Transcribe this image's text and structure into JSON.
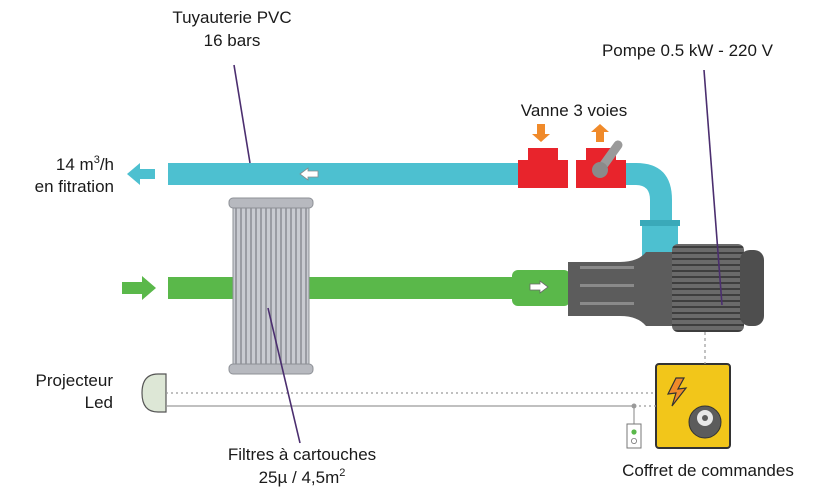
{
  "labels": {
    "pipe_title_line1": "Tuyauterie PVC",
    "pipe_title_line2": "16 bars",
    "pump": "Pompe 0.5 kW - 220 V",
    "valve": "Vanne 3 voies",
    "flow_line1": "14 m",
    "flow_sup": "3",
    "flow_line1_tail": "/h",
    "flow_line2": "en fitration",
    "projector_line1": "Projecteur",
    "projector_line2": "Led",
    "filter_line1": "Filtres à cartouches",
    "filter_line2_a": "25µ / 4,5m",
    "filter_sup": "2",
    "control_box": "Coffret de commandes"
  },
  "colors": {
    "return_pipe": "#4dc0d0",
    "supply_pipe": "#5ab84a",
    "valve": "#e8242c",
    "valve_arrow": "#f08a2a",
    "pump": "#5c5c5c",
    "control_box": "#f2c61a",
    "leader_line": "#4b2e6f"
  },
  "icons": [
    "arrow-left-icon",
    "arrow-right-icon",
    "lightning-icon",
    "pump-impeller-icon",
    "switch-icon",
    "projector-lamp-icon"
  ]
}
